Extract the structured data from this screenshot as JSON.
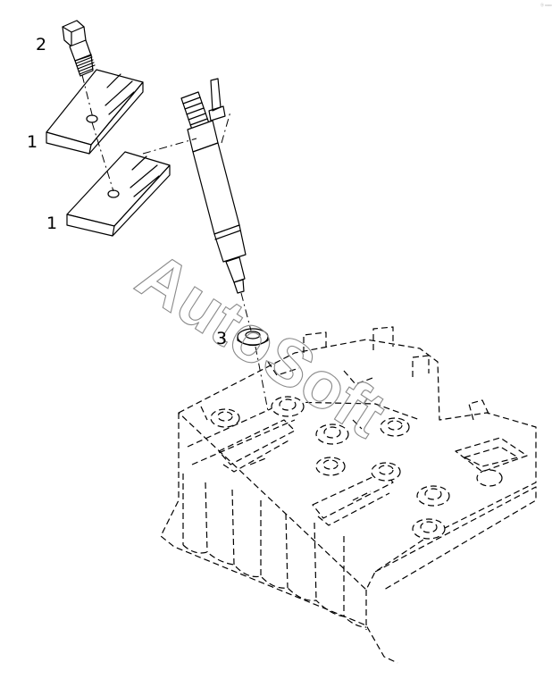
{
  "diagram": {
    "callouts": [
      {
        "id": "2",
        "text": "2"
      },
      {
        "id": "1a",
        "text": "1"
      },
      {
        "id": "1b",
        "text": "1"
      },
      {
        "id": "3",
        "text": "3"
      }
    ],
    "watermark": "AutoSoft",
    "corner_mark": "ⓐ ▭▭"
  }
}
